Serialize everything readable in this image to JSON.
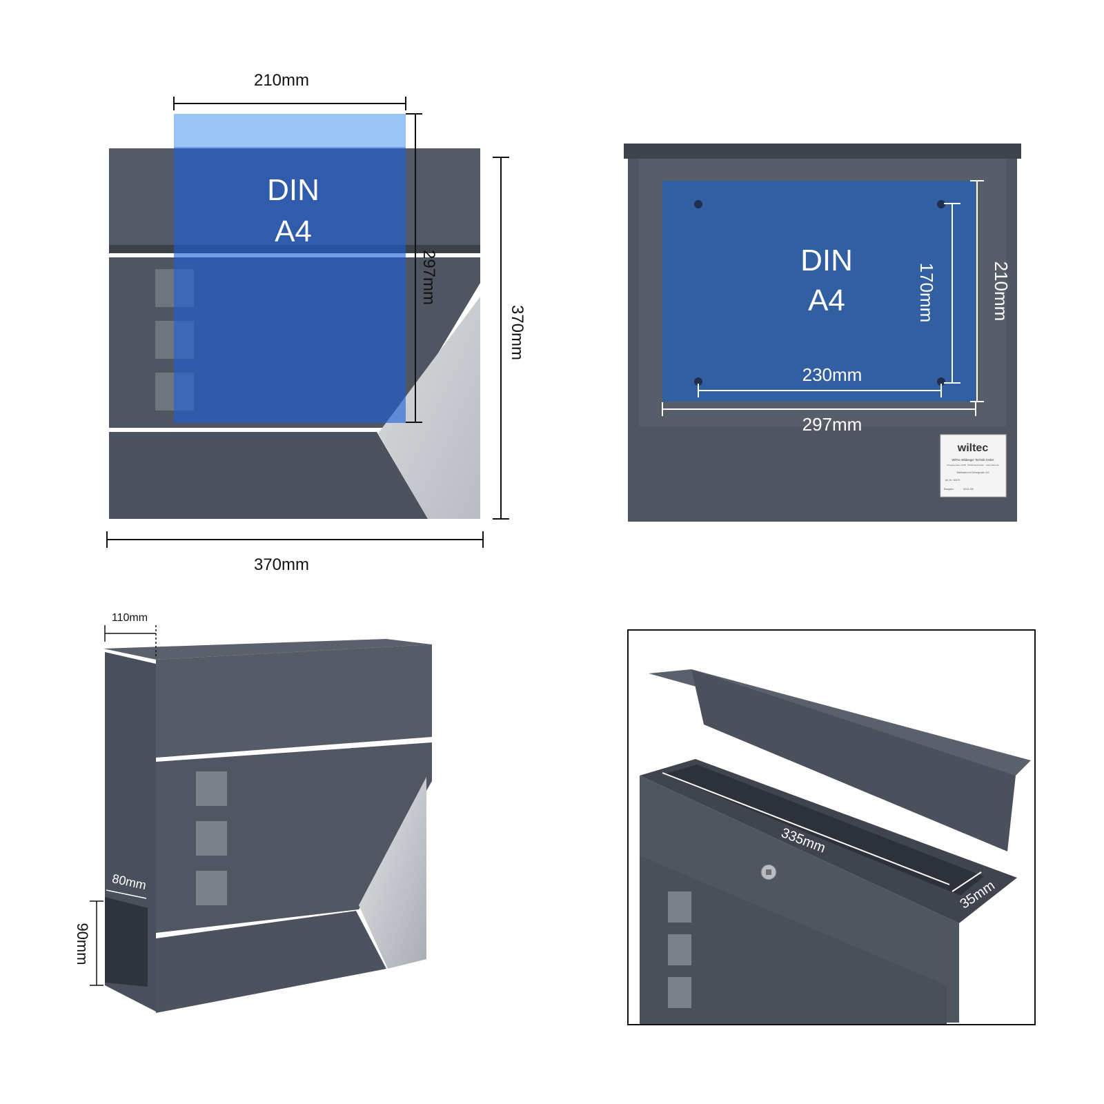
{
  "colors": {
    "anthracite": "#4f5561",
    "anthracite_dark": "#3e434d",
    "anthracite_light": "#5c626e",
    "steel": "#c9ccd0",
    "din_overlay": "#1c5fd6",
    "din_overlay_light": "#8fbdf5",
    "window": "#7c8089",
    "dim_line": "#111111"
  },
  "front_view": {
    "din_line1": "DIN",
    "din_line2": "A4",
    "width_top": "210mm",
    "height_paper": "297mm",
    "height_total": "370mm",
    "width_total": "370mm"
  },
  "back_view": {
    "din_line1": "DIN",
    "din_line2": "A4",
    "inner_height": "170mm",
    "inner_width": "230mm",
    "paper_height": "210mm",
    "paper_width": "297mm",
    "label": {
      "brand": "wiltec",
      "company": "WilTec Wildanger Technik GmbH",
      "address": "Königsbenden 12/28 · 52249 Eschweiler · www.wiltec.de",
      "product": "Briefkasten mit Zeitungsrolle V10",
      "article": "Art.-Nr.: 62475",
      "year_label": "Baujahr:",
      "year": "2021-05"
    }
  },
  "side_view": {
    "depth_top": "110mm",
    "tube_depth": "80mm",
    "tube_height": "90mm"
  },
  "open_view": {
    "slot_length": "335mm",
    "slot_width": "35mm"
  }
}
